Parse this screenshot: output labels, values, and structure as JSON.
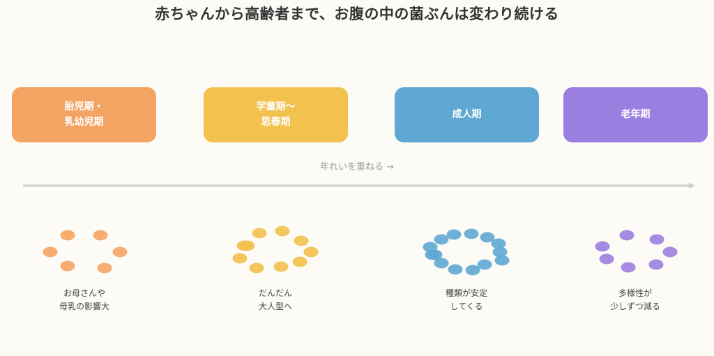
{
  "title": "赤ちゃんから高齢者まで、お腹の中の菌ぶんは変わり続ける",
  "stages": [
    {
      "label": "胎児期・\n乳幼児期",
      "color": "#f4a462",
      "description": "お母さんや\n母乳の影響大",
      "bacteria_count": 6
    },
    {
      "label": "学童期〜\n思春期",
      "color": "#f2c14e",
      "description": "だんだん\n大人型へ",
      "bacteria_count": 10
    },
    {
      "label": "成人期",
      "color": "#5fa8d3",
      "description": "種類が安定\nしてくる",
      "bacteria_count": 14
    },
    {
      "label": "老年期",
      "color": "#9b7fe0",
      "description": "多様性が\n少しずつ減る",
      "bacteria_count": 7
    }
  ],
  "timeline": {
    "caption": "年れいを重ねる →",
    "line_color": "#cfcfc9"
  }
}
